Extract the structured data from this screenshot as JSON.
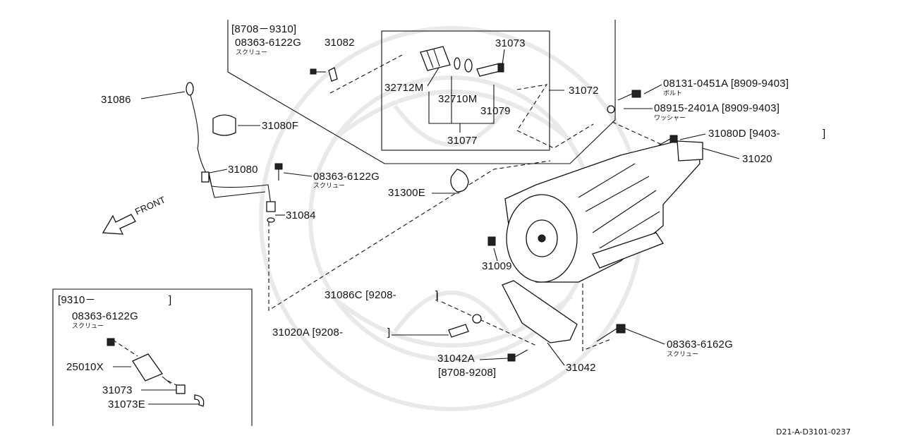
{
  "diagram": {
    "watermark": "seal",
    "ref_code": "D21-A-D3101-0237",
    "front_label": "FRONT",
    "inset_top": {
      "range": "[8708－9310]"
    },
    "inset_bottom": {
      "range": "[9310－",
      "range_close": "]"
    },
    "callouts": {
      "p08363_6122G_top": "08363-6122G",
      "p08363_6122G_top_kana": "スクリュー",
      "p31082": "31082",
      "p31073_top": "31073",
      "p32712M": "32712M",
      "p32710M": "32710M",
      "p31079": "31079",
      "p31077": "31077",
      "p31072": "31072",
      "p31086": "31086",
      "p31080F": "31080F",
      "p31080": "31080",
      "p08363_6122G_mid": "08363-6122G",
      "p08363_6122G_mid_kana": "スクリュー",
      "p31084": "31084",
      "p31300E": "31300E",
      "p08131": "08131-0451A [8909-9403]",
      "p08131_kana": "ボルト",
      "p08915": "08915-2401A [8909-9403]",
      "p08915_kana": "ワッシャー",
      "p31080D": "31080D [9403-",
      "p31080D_close": "]",
      "p31020": "31020",
      "p31009": "31009",
      "p31086C": "31086C [9208-",
      "p31086C_close": "]",
      "p31020A": "31020A [9208-",
      "p31020A_close": "]",
      "p31042A": "31042A",
      "p31042A_range": "[8708-9208]",
      "p31042": "31042",
      "p08363_6162G": "08363-6162G",
      "p08363_6162G_kana": "スクリュー",
      "p08363_6122G_bot": "08363-6122G",
      "p08363_6122G_bot_kana": "スクリュー",
      "p25010X": "25010X",
      "p31073_bot": "31073",
      "p31073E": "31073E"
    }
  }
}
